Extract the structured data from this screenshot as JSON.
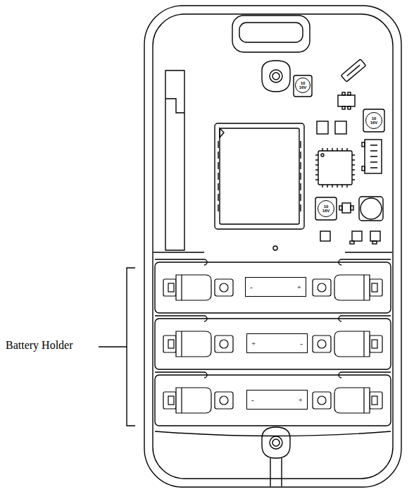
{
  "diagram": {
    "nodes": [
      {
        "text": [
          "10",
          "16V"
        ]
      },
      {
        "text": [
          "10",
          "16V"
        ]
      },
      {
        "text": [
          "10",
          "16V"
        ]
      },
      {
        "text": [
          "-",
          "+"
        ]
      },
      {
        "text": [
          "+",
          "-"
        ]
      },
      {
        "text": [
          "-",
          "+"
        ]
      }
    ],
    "labels": [
      "Battery Holder"
    ]
  }
}
